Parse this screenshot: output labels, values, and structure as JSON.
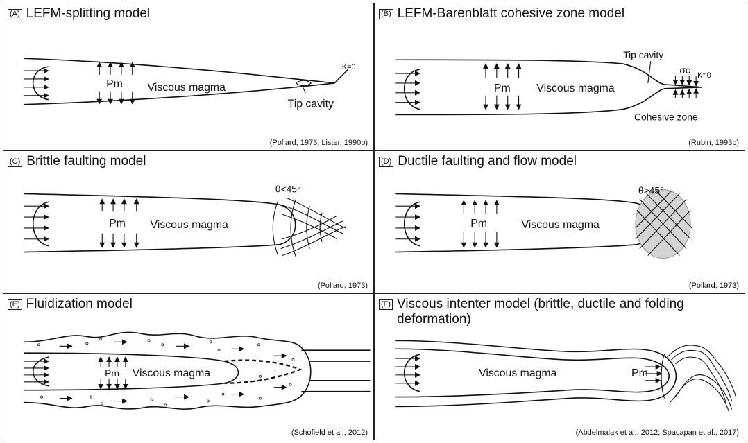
{
  "panels": {
    "A": {
      "letter": "(A)",
      "title": "LEFM-splitting model",
      "citation": "(Pollard, 1973; Lister, 1990b)",
      "labels": {
        "pressure": "Pm",
        "magma": "Viscous magma",
        "tip": "Tip cavity",
        "k": "K=0"
      }
    },
    "B": {
      "letter": "(B)",
      "title": "LEFM-Barenblatt cohesive zone model",
      "citation": "(Rubin, 1993b)",
      "labels": {
        "pressure": "Pm",
        "magma": "Viscous magma",
        "tip": "Tip cavity",
        "sigma": "σc",
        "k": "K=0",
        "cohesive": "Cohesive zone"
      }
    },
    "C": {
      "letter": "(C)",
      "title": "Brittle faulting model",
      "citation": "(Pollard, 1973)",
      "labels": {
        "pressure": "Pm",
        "magma": "Viscous magma",
        "angle": "θ<45°"
      }
    },
    "D": {
      "letter": "(D)",
      "title": "Ductile faulting and flow model",
      "citation": "(Pollard, 1973)",
      "labels": {
        "pressure": "Pm",
        "magma": "Viscous magma",
        "angle": "θ>45°"
      }
    },
    "E": {
      "letter": "(E)",
      "title": "Fluidization model",
      "citation": "(Schofield et al., 2012)",
      "labels": {
        "pressure": "Pm",
        "magma": "Viscous magma"
      }
    },
    "F": {
      "letter": "(F)",
      "title_line1": "Viscous intenter model (brittle, ductile and folding",
      "title_line2": "deformation)",
      "citation": "(Abdelmalak et al., 2012; Spacapan et al., 2017)",
      "labels": {
        "pressure": "Pm",
        "magma": "Viscous magma"
      }
    }
  }
}
